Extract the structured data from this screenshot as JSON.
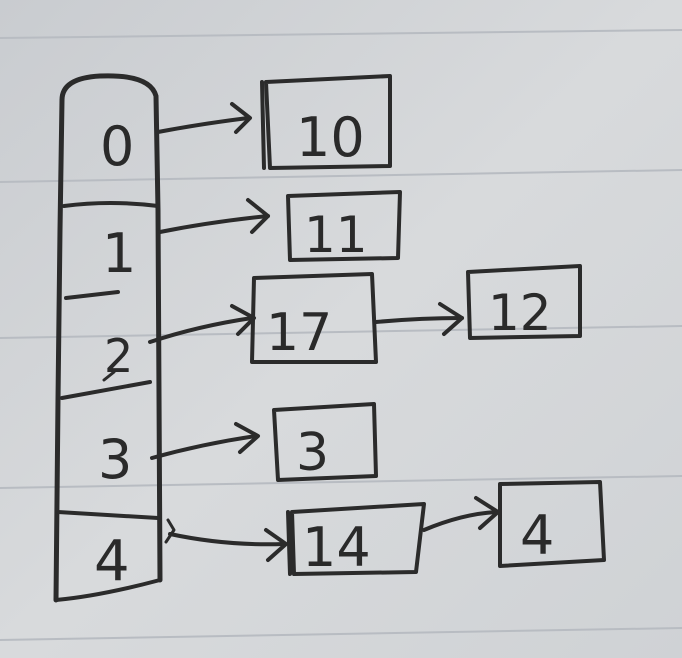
{
  "colors": {
    "paper": "#d4d6d8",
    "ink": "#2b2b2b",
    "rule": "#b8bcc2"
  },
  "buckets": [
    {
      "index": "0",
      "chain": [
        "10"
      ]
    },
    {
      "index": "1",
      "chain": [
        "11"
      ]
    },
    {
      "index": "2",
      "chain": [
        "17",
        "12"
      ]
    },
    {
      "index": "3",
      "chain": [
        "3"
      ]
    },
    {
      "index": "4",
      "chain": [
        "14",
        "4"
      ]
    }
  ]
}
